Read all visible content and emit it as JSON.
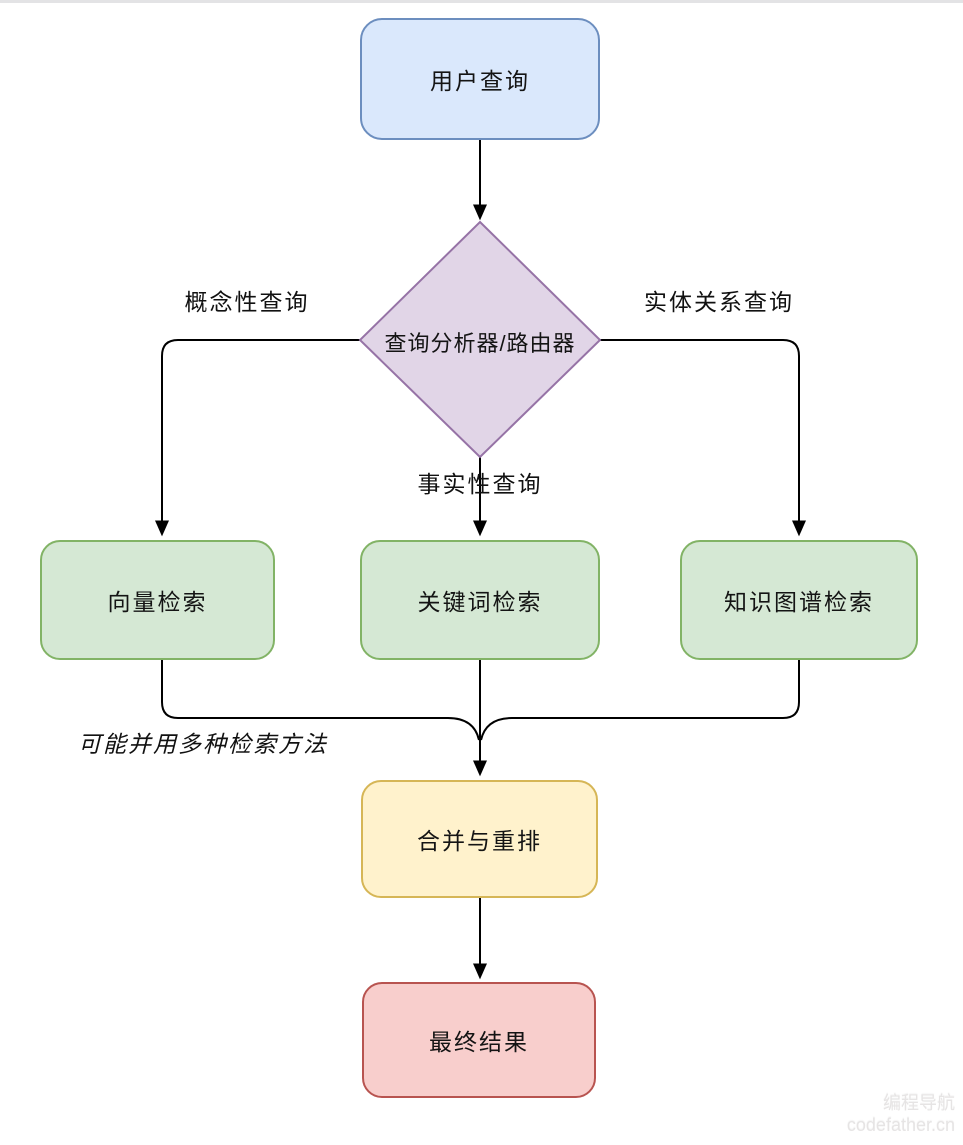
{
  "nodes": {
    "user_query": {
      "label": "用户查询",
      "fill": "#dae8fc",
      "stroke": "#6c8ebf"
    },
    "router": {
      "label": "查询分析器/路由器",
      "fill": "#e1d5e7",
      "stroke": "#9673a6"
    },
    "vector_search": {
      "label": "向量检索",
      "fill": "#d5e8d4",
      "stroke": "#82b366"
    },
    "keyword_search": {
      "label": "关键词检索",
      "fill": "#d5e8d4",
      "stroke": "#82b366"
    },
    "kg_search": {
      "label": "知识图谱检索",
      "fill": "#d5e8d4",
      "stroke": "#82b366"
    },
    "merge_rerank": {
      "label": "合并与重排",
      "fill": "#fff2cc",
      "stroke": "#d6b656"
    },
    "final_result": {
      "label": "最终结果",
      "fill": "#f8cecc",
      "stroke": "#b85450"
    }
  },
  "edge_labels": {
    "conceptual_query": "概念性查询",
    "factual_query": "事实性查询",
    "entity_relation_query": "实体关系查询",
    "parallel_note": "可能并用多种检索方法"
  },
  "edges": [
    {
      "from": "用户查询",
      "to": "查询分析器/路由器",
      "label": ""
    },
    {
      "from": "查询分析器/路由器",
      "to": "向量检索",
      "label": "概念性查询"
    },
    {
      "from": "查询分析器/路由器",
      "to": "关键词检索",
      "label": "事实性查询"
    },
    {
      "from": "查询分析器/路由器",
      "to": "知识图谱检索",
      "label": "实体关系查询"
    },
    {
      "from": "向量检索",
      "to": "合并与重排",
      "label": ""
    },
    {
      "from": "关键词检索",
      "to": "合并与重排",
      "label": ""
    },
    {
      "from": "知识图谱检索",
      "to": "合并与重排",
      "label": ""
    },
    {
      "from": "合并与重排",
      "to": "最终结果",
      "label": ""
    }
  ],
  "colors": {
    "edge_stroke": "#000000",
    "text": "#141414",
    "background": "#ffffff"
  },
  "watermark": {
    "line1": "编程导航",
    "line2": "codefather.cn"
  }
}
